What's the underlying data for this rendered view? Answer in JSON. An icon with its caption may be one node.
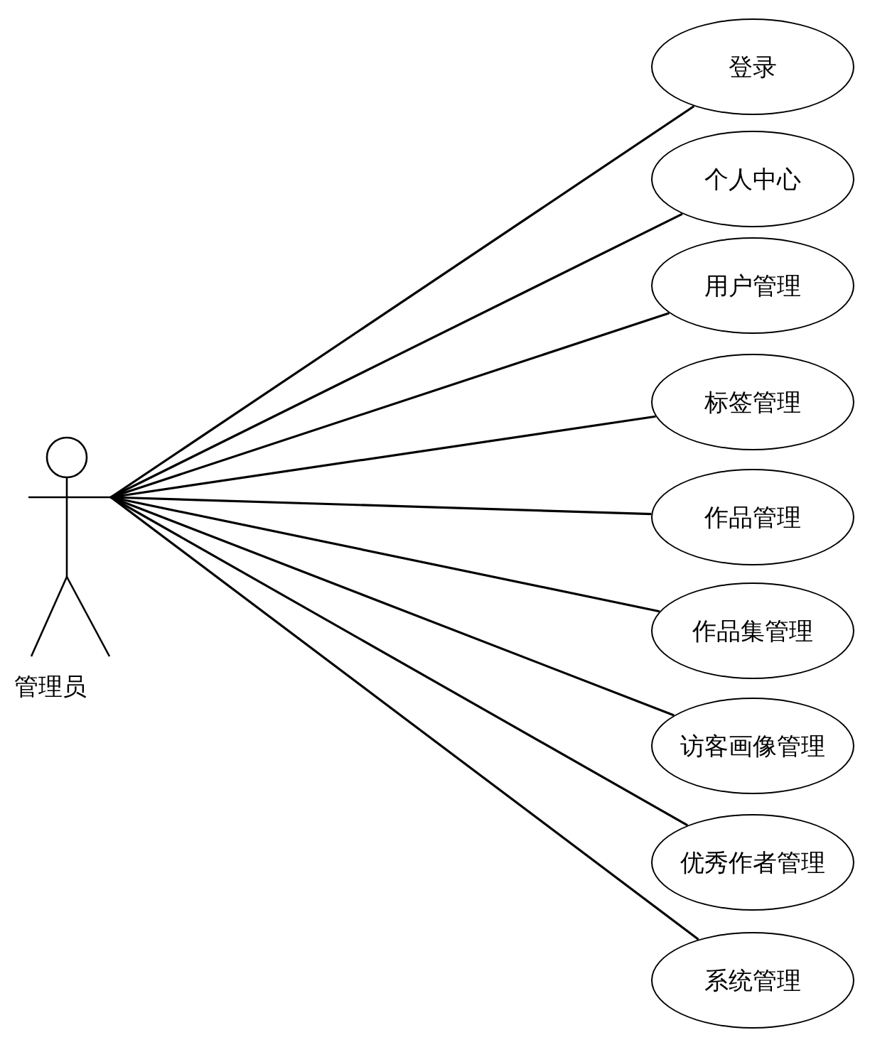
{
  "diagram": {
    "nodes": [
      {
        "text": [
          "管理员"
        ]
      },
      {
        "text": [
          "登录"
        ]
      },
      {
        "text": [
          "个人中心"
        ]
      },
      {
        "text": [
          "用户管理"
        ]
      },
      {
        "text": [
          "标签管理"
        ]
      },
      {
        "text": [
          "作品管理"
        ]
      },
      {
        "text": [
          "作品集管理"
        ]
      },
      {
        "text": [
          "访客画像管理"
        ]
      },
      {
        "text": [
          "优秀作者管理"
        ]
      },
      {
        "text": [
          "系统管理"
        ]
      }
    ],
    "edges": [
      {
        "from": 0,
        "to": 1,
        "arrow": "none"
      },
      {
        "from": 0,
        "to": 2,
        "arrow": "none"
      },
      {
        "from": 0,
        "to": 3,
        "arrow": "none"
      },
      {
        "from": 0,
        "to": 4,
        "arrow": "none"
      },
      {
        "from": 0,
        "to": 5,
        "arrow": "none"
      },
      {
        "from": 0,
        "to": 6,
        "arrow": "none"
      },
      {
        "from": 0,
        "to": 7,
        "arrow": "none"
      },
      {
        "from": 0,
        "to": 8,
        "arrow": "none"
      },
      {
        "from": 0,
        "to": 9,
        "arrow": "none"
      }
    ]
  }
}
